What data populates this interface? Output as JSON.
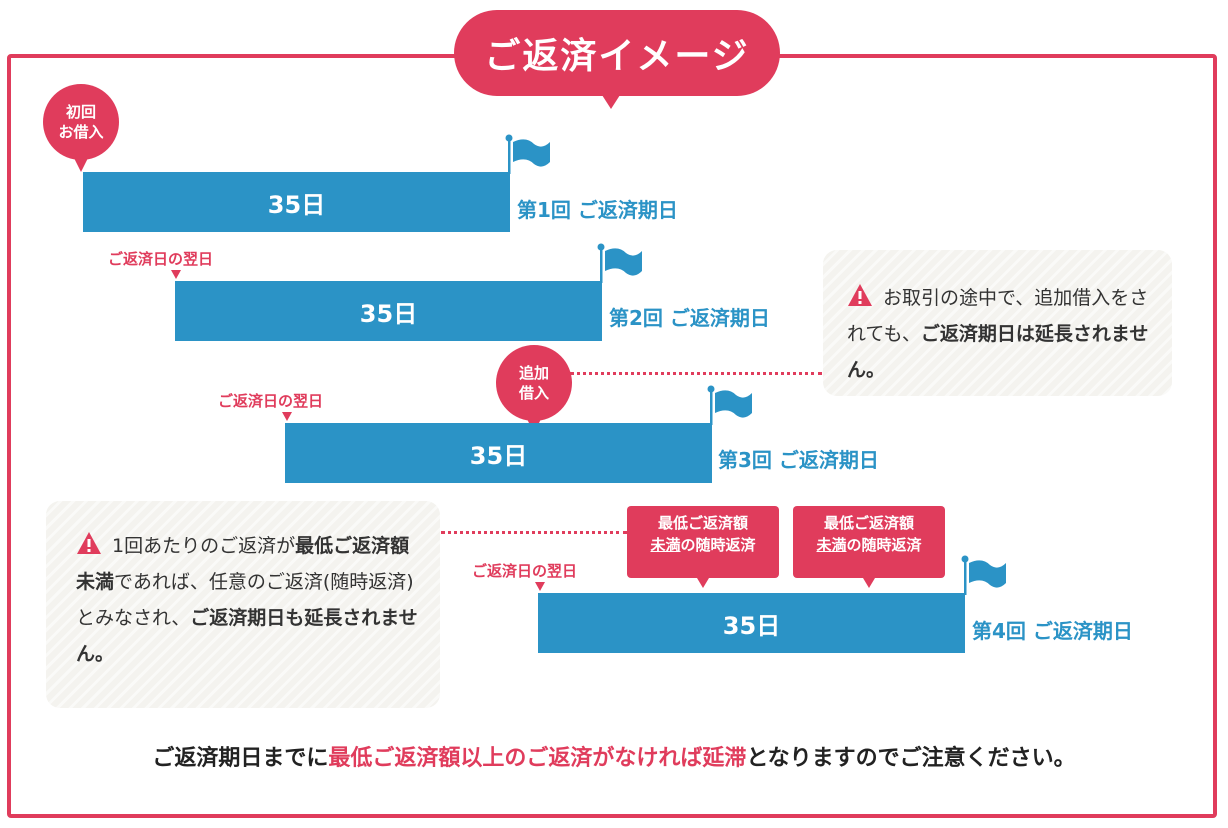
{
  "title": "ご返済イメージ",
  "first_borrow": {
    "line1": "初回",
    "line2": "お借入"
  },
  "additional_borrow": {
    "line1": "追加",
    "line2": "借入"
  },
  "next_day_label": "ご返済日の翌日",
  "bars": [
    {
      "days": "35日",
      "due": "第1回 ご返済期日"
    },
    {
      "days": "35日",
      "due": "第2回 ご返済期日"
    },
    {
      "days": "35日",
      "due": "第3回 ご返済期日"
    },
    {
      "days": "35日",
      "due": "第4回 ご返済期日"
    }
  ],
  "note_right": {
    "text1": "お取引の途中で、追加借入をされても、",
    "bold1": "ご返済期日は延長されません。"
  },
  "note_left": {
    "text1": "1回あたりのご返済が",
    "bold1": "最低ご返済額未満",
    "text2": "であれば、任意のご返済(随時返済)とみなされ、",
    "bold2": "ご返済期日も延長されません。"
  },
  "partial_label": {
    "line1": "最低ご返済額",
    "line2a": "未満",
    "line2b": "の随時返済"
  },
  "footer": {
    "pre": "ご返済期日までに",
    "highlight": "最低ご返済額以上のご返済がなければ延滞",
    "post": "となりますのでご注意ください。"
  },
  "colors": {
    "accent": "#e03c5c",
    "bar": "#2b93c6",
    "note_bg": "#f4f3ef"
  }
}
